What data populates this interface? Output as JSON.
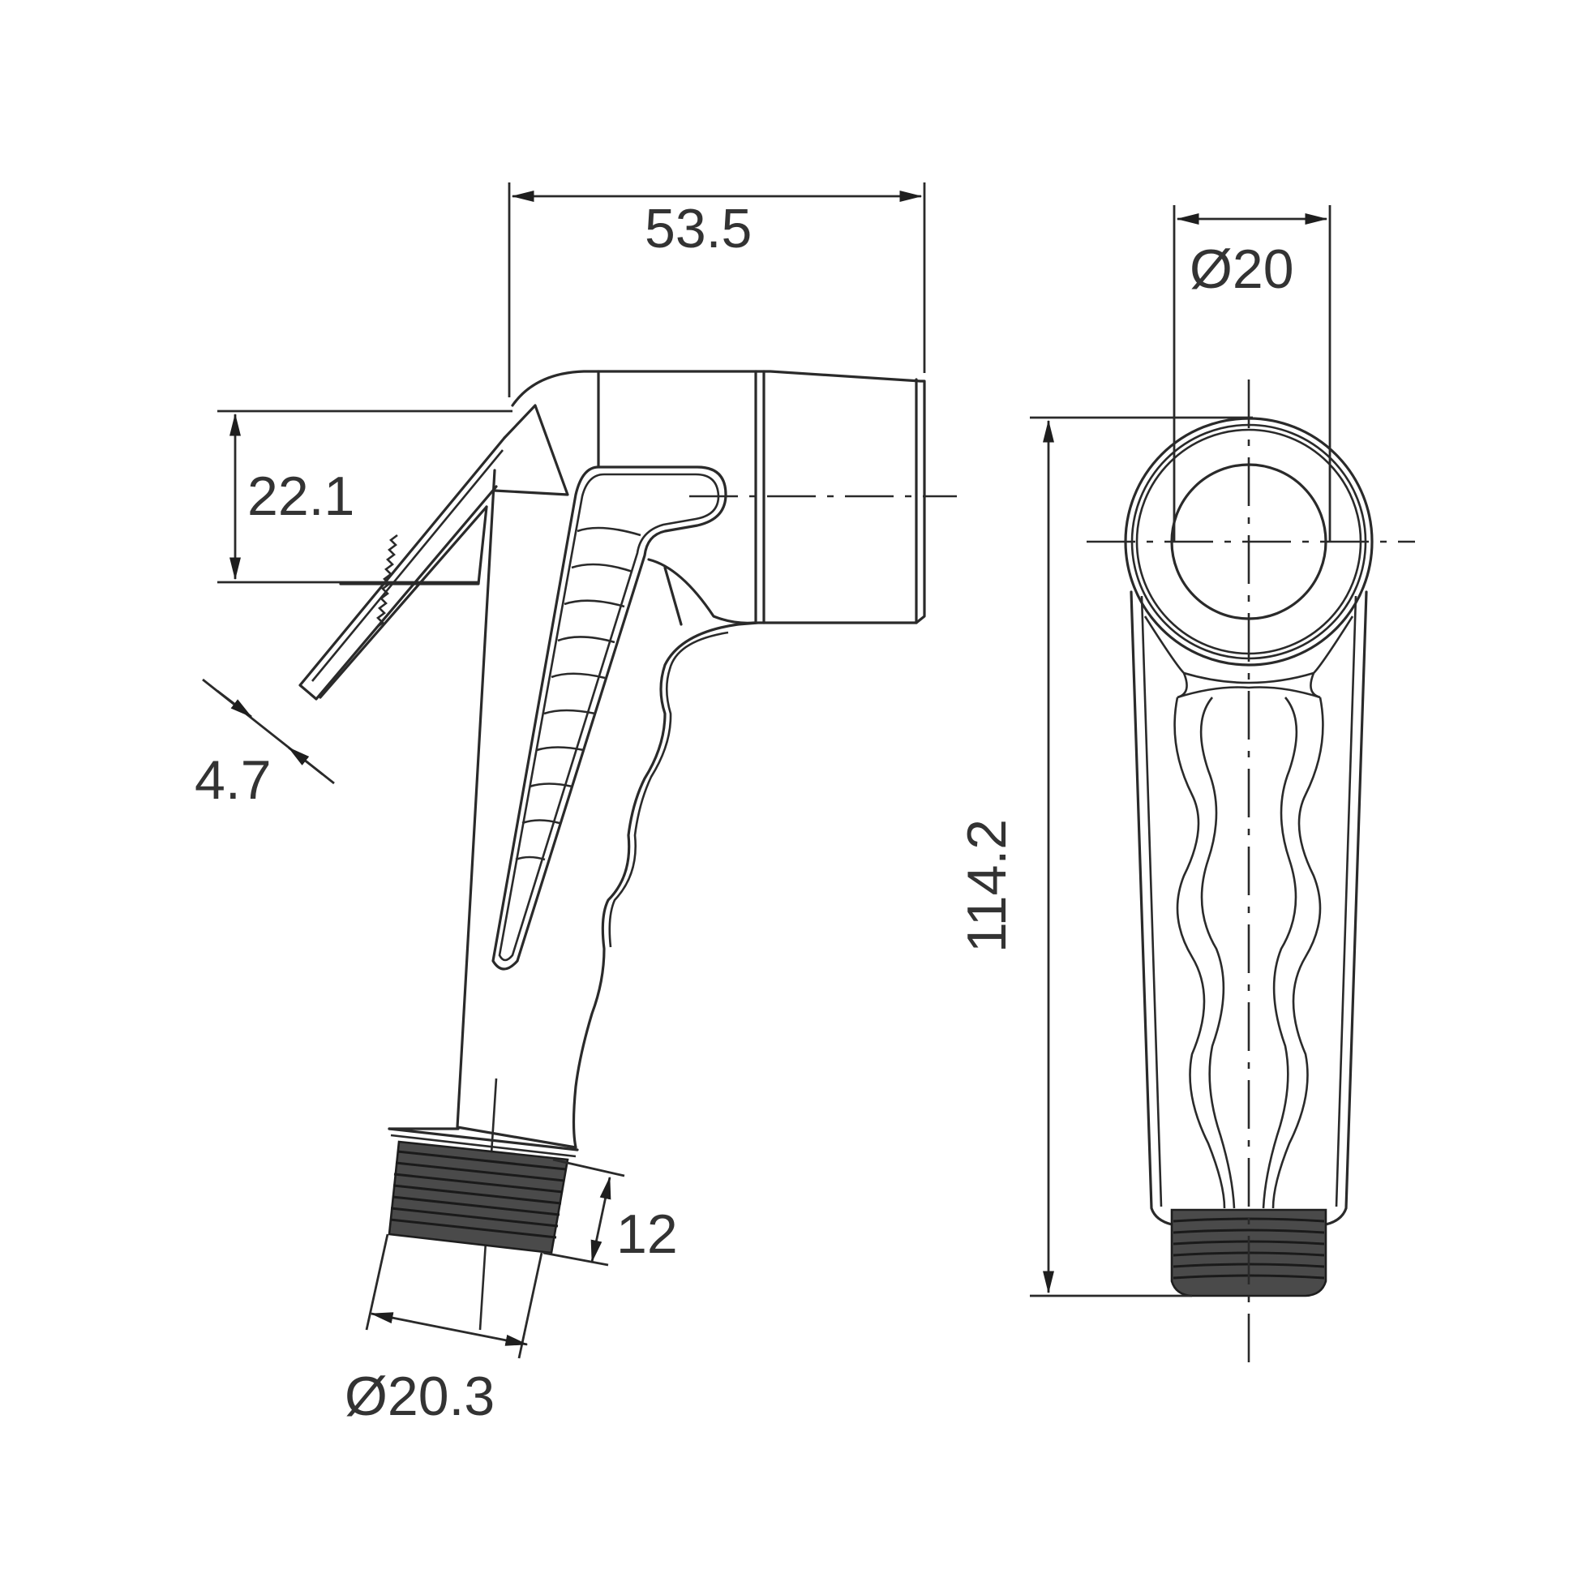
{
  "drawing": {
    "subject": "Handheld bidet sprayer technical drawing",
    "views": [
      {
        "name": "side-view",
        "label": ""
      },
      {
        "name": "front-view",
        "label": ""
      }
    ],
    "units": "mm"
  },
  "dimensions": {
    "head_length": "53.5",
    "trigger_height": "22.1",
    "trigger_thickness": "4.7",
    "thread_length": "12",
    "thread_diameter": "Ø20.3",
    "head_diameter": "Ø20",
    "overall_height": "114.2"
  },
  "colors": {
    "line": "#2a2a2a",
    "text": "#333333",
    "background": "#ffffff",
    "thread_fill": "#4a4a4a"
  }
}
